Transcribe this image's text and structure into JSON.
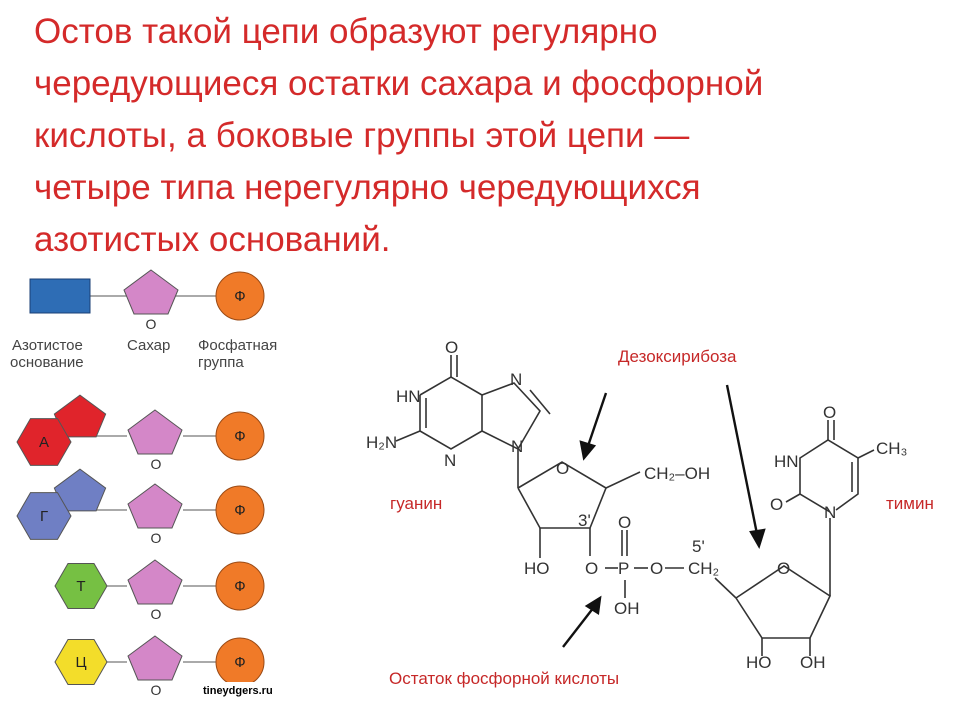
{
  "headline": {
    "lines": [
      "Остов такой цепи образуют регулярно",
      "чередующиеся остатки сахара и фосфорной",
      "кислоты, а боковые группы этой цепи —",
      "четыре типа нерегулярно чередующихся",
      "азотистых оснований."
    ]
  },
  "legend": {
    "base_label": [
      "Азотистое",
      "основание"
    ],
    "sugar_label": "Сахар",
    "phosphate_label": [
      "Фосфатная",
      "группа"
    ],
    "sugar_mark": "О",
    "phosphate_mark": "Ф"
  },
  "nucleotides": [
    {
      "base": "А",
      "color": "#e0242b",
      "shape": "purine"
    },
    {
      "base": "Г",
      "color": "#6f7fc4",
      "shape": "purine"
    },
    {
      "base": "Т",
      "color": "#76c043",
      "shape": "pyrimidine"
    },
    {
      "base": "Ц",
      "color": "#f3dd2a",
      "shape": "pyrimidine"
    }
  ],
  "colors": {
    "headline": "#d42a2a",
    "base_box": "#2e6db5",
    "sugar": "#d487c8",
    "phosphate": "#f07a28",
    "label_red": "#c62828"
  },
  "structure": {
    "deoxyribose_label": "Дезоксирибоза",
    "guanine_label": "гуанин",
    "thymine_label": "тимин",
    "phosphate_label": "Остаток фосфорной кислоты",
    "atoms": {
      "O": "O",
      "N": "N",
      "HN": "HN",
      "H2N": "H₂N",
      "CH2OH": "CH₂–OH",
      "HO": "HO",
      "OH": "OH",
      "P": "P",
      "CH2": "CH₂",
      "CH3": "CH₃",
      "p3": "3'",
      "p5": "5'"
    }
  },
  "watermark": "tineydgers.ru"
}
